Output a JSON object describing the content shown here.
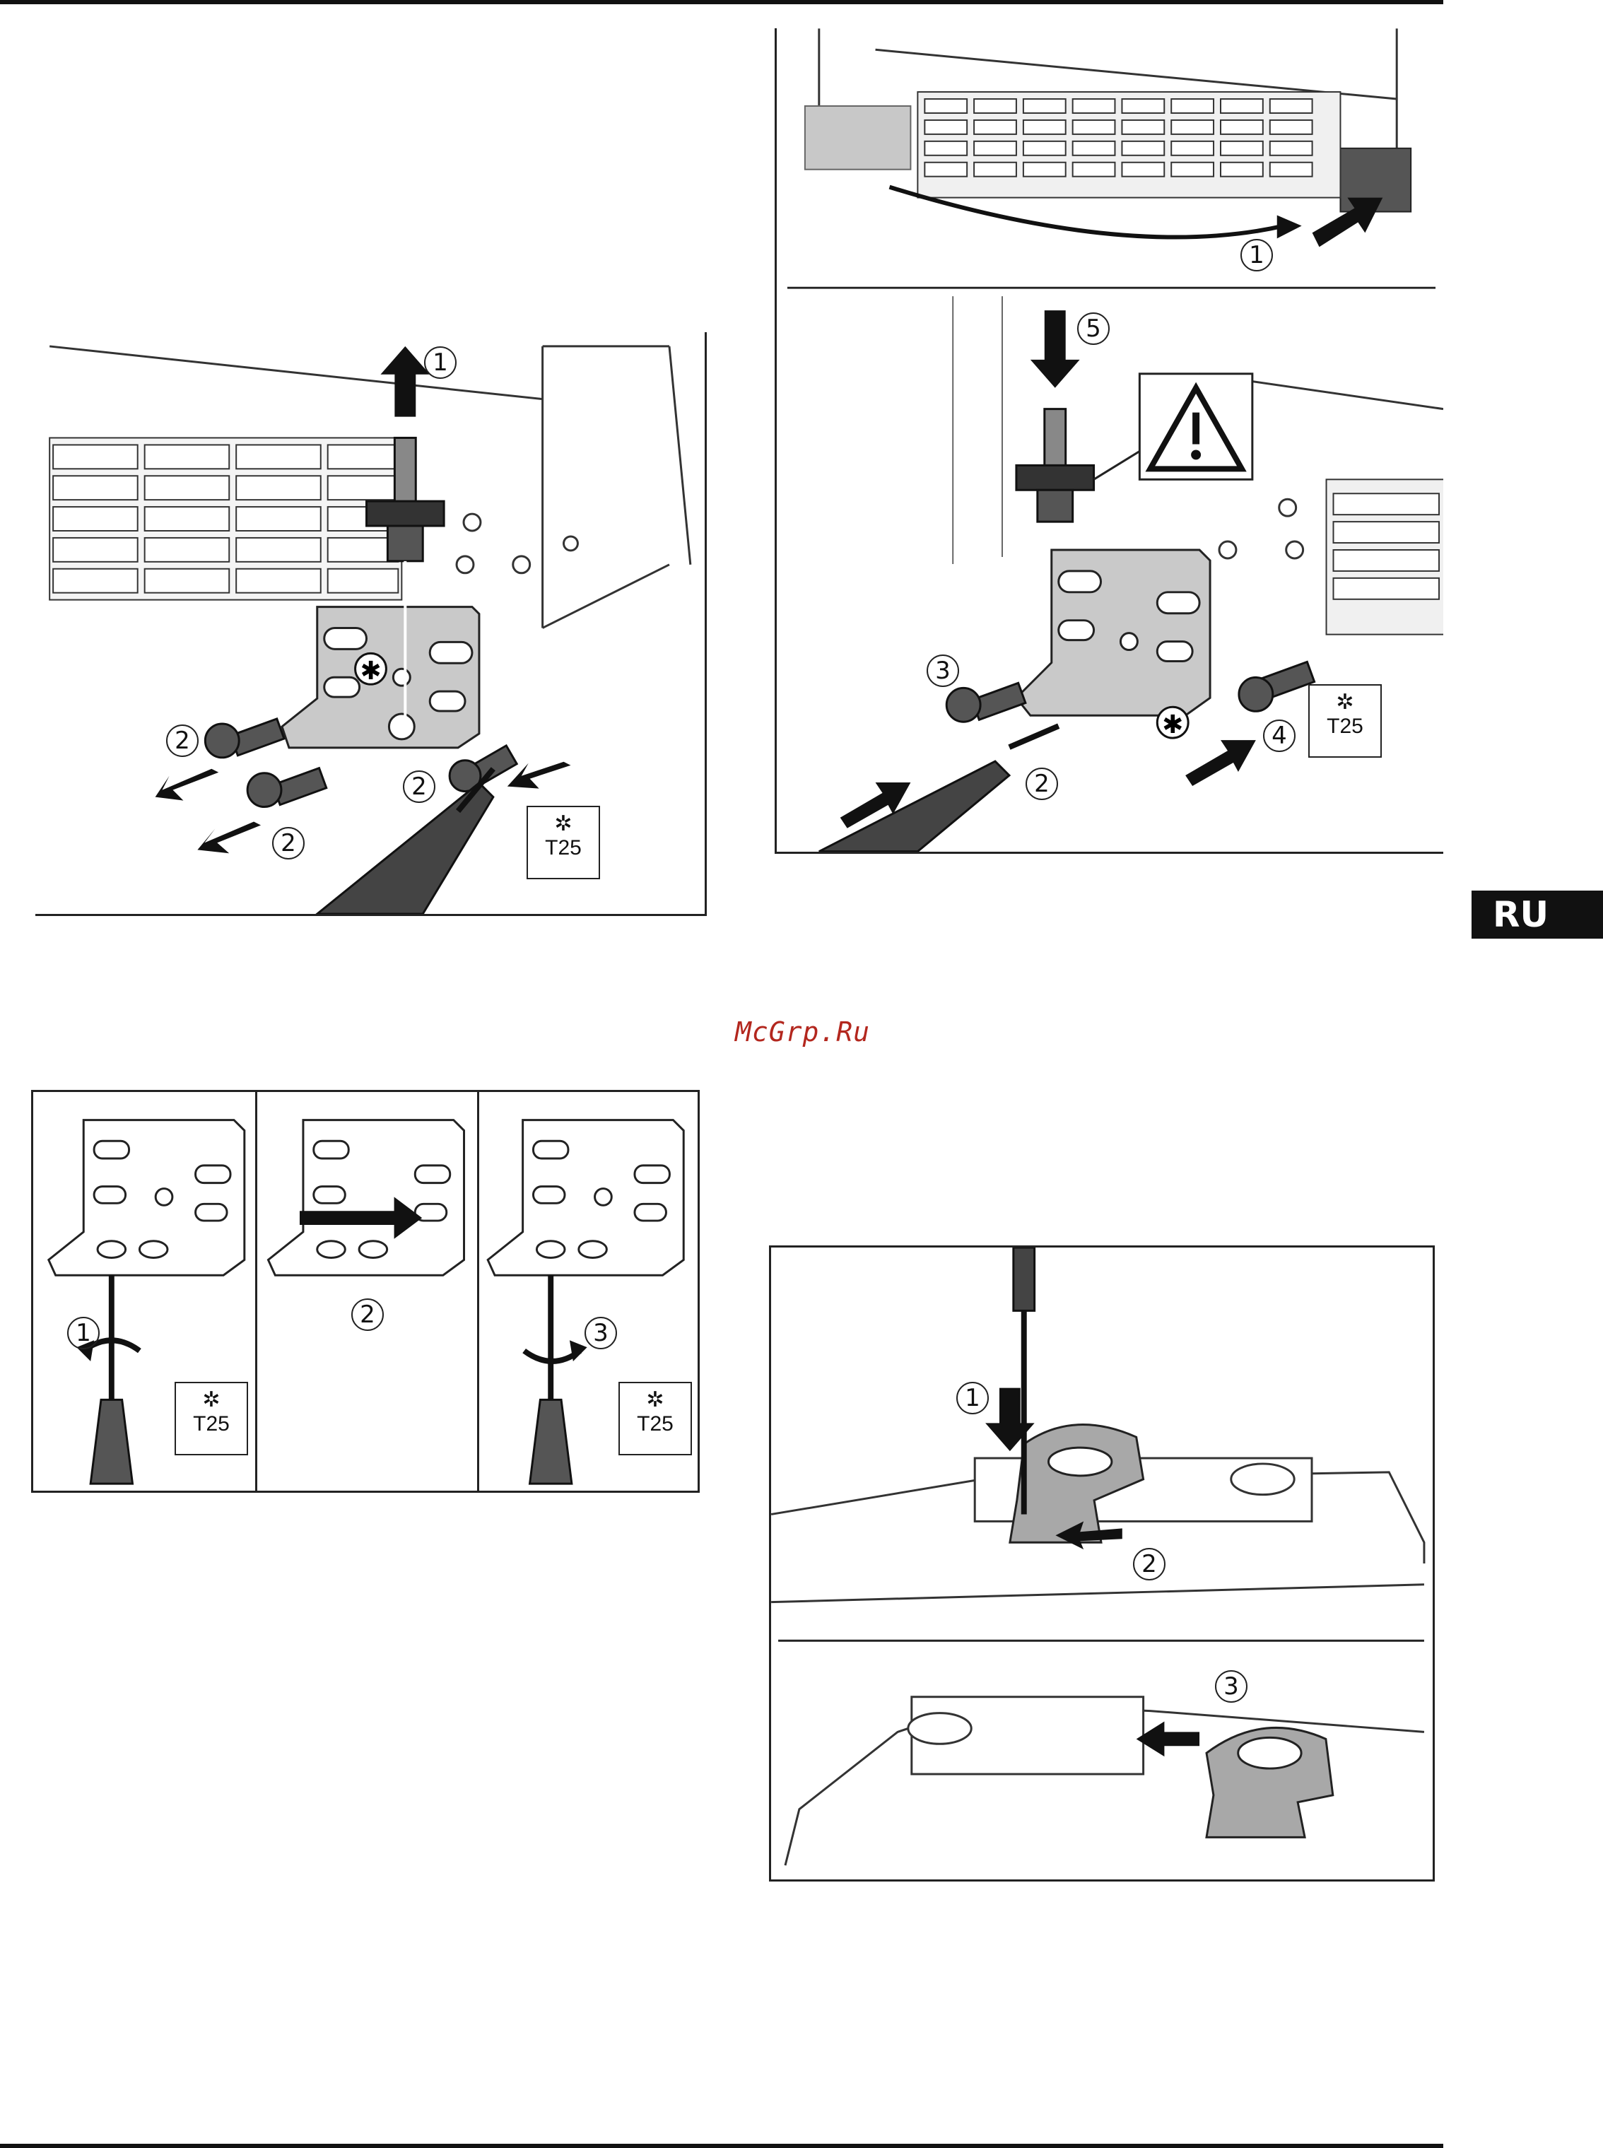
{
  "page": {
    "lang_tab": "RU",
    "watermark": "McGrp.Ru"
  },
  "figure_remove_hinge": {
    "steps": [
      "1",
      "2",
      "2",
      "2",
      "2"
    ],
    "tool_label": "T25"
  },
  "figure_install_hinge": {
    "top_steps": [
      "1"
    ],
    "bottom_steps": [
      "5",
      "3",
      "4",
      "2"
    ],
    "tool_label": "T25"
  },
  "figure_adjust_pin": {
    "panels": [
      {
        "step": "1",
        "tool_label": "T25"
      },
      {
        "step": "2"
      },
      {
        "step": "3",
        "tool_label": "T25"
      }
    ]
  },
  "figure_cover_clip": {
    "steps": [
      "1",
      "2",
      "3"
    ]
  }
}
